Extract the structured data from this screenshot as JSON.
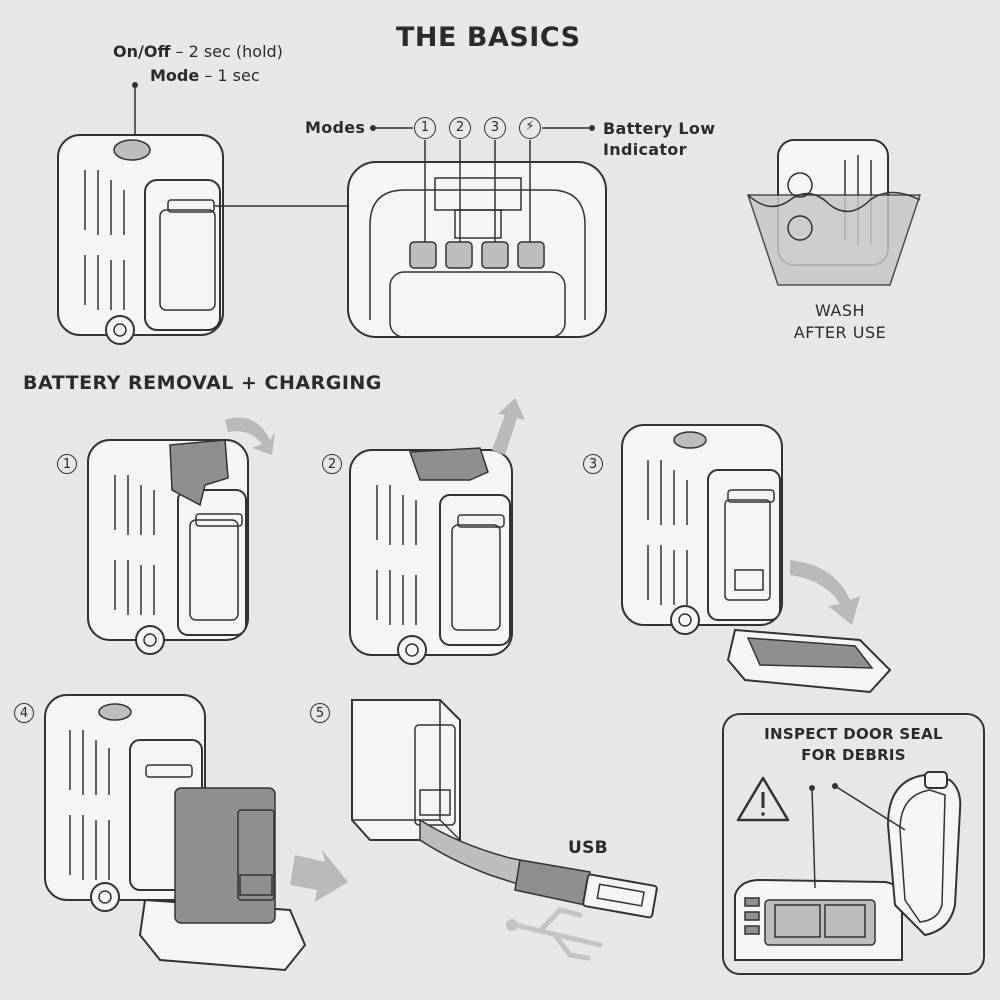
{
  "header": {
    "title": "THE BASICS"
  },
  "basics": {
    "onoff_label": "On/Off",
    "onoff_value": " – 2 sec (hold)",
    "mode_label": "Mode",
    "mode_value": " – 1 sec",
    "modes_label": "Modes",
    "mode_numbers": [
      "1",
      "2",
      "3"
    ],
    "battery_low_line1": "Battery Low",
    "battery_low_line2": "Indicator",
    "wash_line1": "WASH",
    "wash_line2": "AFTER USE"
  },
  "battery_section": {
    "title": "BATTERY REMOVAL + CHARGING",
    "steps": [
      "1",
      "2",
      "3",
      "4",
      "5"
    ],
    "usb_label": "USB",
    "inspect_line1": "INSPECT DOOR SEAL",
    "inspect_line2": "FOR DEBRIS"
  },
  "icons": {
    "battery_low": "lightning-bolt-icon",
    "warning": "warning-triangle-icon",
    "usb": "usb-trident-icon"
  },
  "colors": {
    "background": "#e6e8e7",
    "ink": "#2b2b2b",
    "grey_fill": "#8f908e",
    "arrow": "#b9bab8"
  }
}
